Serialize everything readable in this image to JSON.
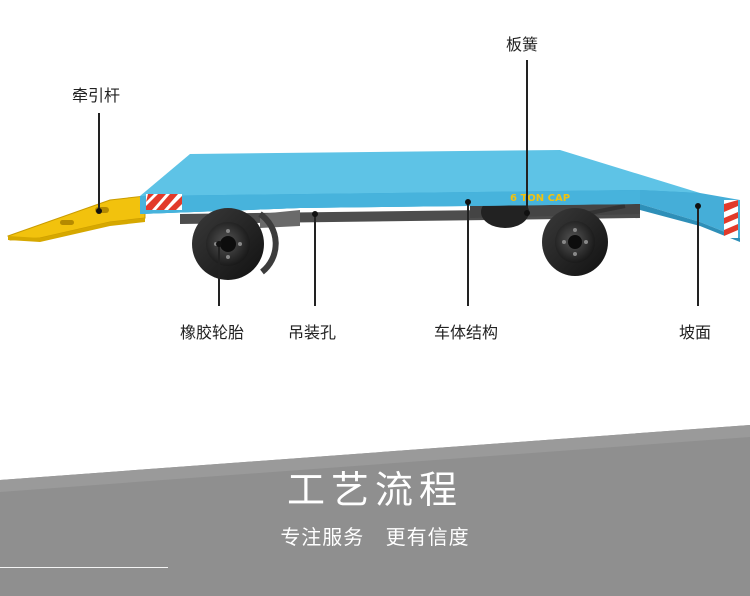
{
  "labels": {
    "tow_bar": "牵引杆",
    "leaf_spring": "板簧",
    "rubber_tire": "橡胶轮胎",
    "lifting_hole": "吊装孔",
    "body_structure": "车体结构",
    "ramp": "坡面"
  },
  "deck_text": "6 TON CAP",
  "banner": {
    "title": "工艺流程",
    "subtitle": "专注服务  更有信度"
  },
  "colors": {
    "deck_top": "#5ec3e6",
    "deck_side": "#3aa6d2",
    "tow_bar": "#f2c20d",
    "tire": "#1e1e1e",
    "banner": "#8f8f8f",
    "reflector_red": "#e23a2a"
  }
}
